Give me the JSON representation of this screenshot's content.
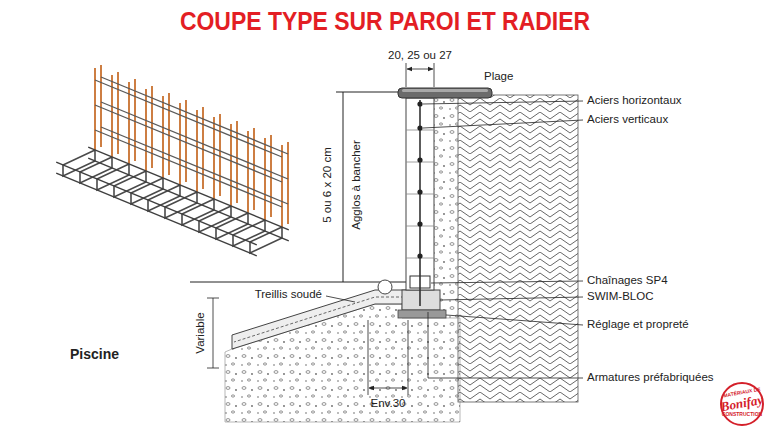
{
  "diagram": {
    "title": "COUPE TYPE SUR PAROI ET RADIER",
    "labels": [
      "20, 25 ou 27",
      "Plage",
      "Aciers horizontaux",
      "Aciers verticaux",
      "5 ou 6 x 20 cm",
      "Agglos à bancher",
      "Chaînages SP4",
      "SWIM-BLOC",
      "Treillis soudé",
      "Réglage et propreté",
      "Piscine",
      "Variable",
      "Armatures préfabriquées",
      "Env.30",
      "MATÉRIAUX DE",
      "Bonifay",
      "CONSTRUCTION"
    ]
  }
}
